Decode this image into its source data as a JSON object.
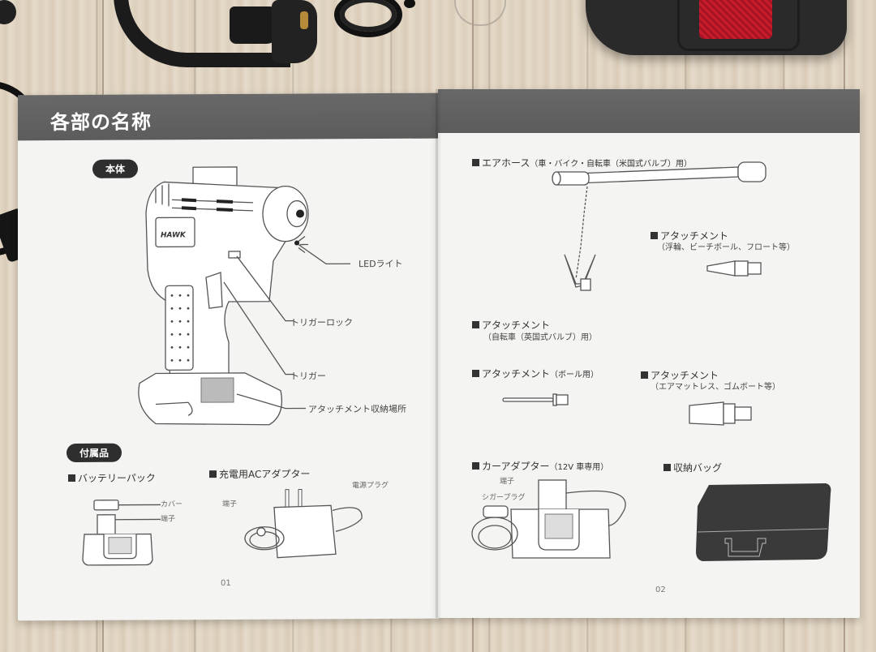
{
  "manual": {
    "left_page": {
      "section_title": "各部の名称",
      "main_unit_tag": "本体",
      "brand_logo_text": "HAWK",
      "part_labels": {
        "led_light": "LEDライト",
        "trigger_lock": "トリガーロック",
        "trigger": "トリガー",
        "attachment_storage": "アタッチメント収納場所"
      },
      "accessories_tag": "付属品",
      "battery_pack": {
        "heading": "バッテリーパック",
        "labels": {
          "cover": "カバー",
          "terminal": "端子"
        }
      },
      "ac_adapter": {
        "heading": "充電用ACアダプター",
        "labels": {
          "terminal": "端子",
          "power_plug": "電源プラグ"
        }
      },
      "page_number": "01"
    },
    "right_page": {
      "air_hose": {
        "heading": "エアホース",
        "note": "（車・バイク・自転車（米国式バルブ）用）"
      },
      "attachment_float": {
        "heading": "アタッチメント",
        "note": "（浮輪、ビーチボール、フロート等）"
      },
      "attachment_bicycle": {
        "heading": "アタッチメント",
        "note": "（自転車（英国式バルブ）用）"
      },
      "attachment_ball": {
        "heading": "アタッチメント",
        "note": "（ボール用）"
      },
      "attachment_mattress": {
        "heading": "アタッチメント",
        "note": "（エアマットレス、ゴムボート等）"
      },
      "car_adapter": {
        "heading": "カーアダプター",
        "note": "（12V 車専用）",
        "labels": {
          "terminal": "端子",
          "cigar_plug": "シガープラグ"
        }
      },
      "storage_bag": {
        "heading": "収納バッグ"
      },
      "page_number": "02"
    }
  },
  "colors": {
    "band": "#5f5f5f",
    "paper": "#f4f4f2",
    "floor": "#dfd2bf",
    "pump_red": "#c81c2c",
    "bag": "#3a3a3a"
  }
}
